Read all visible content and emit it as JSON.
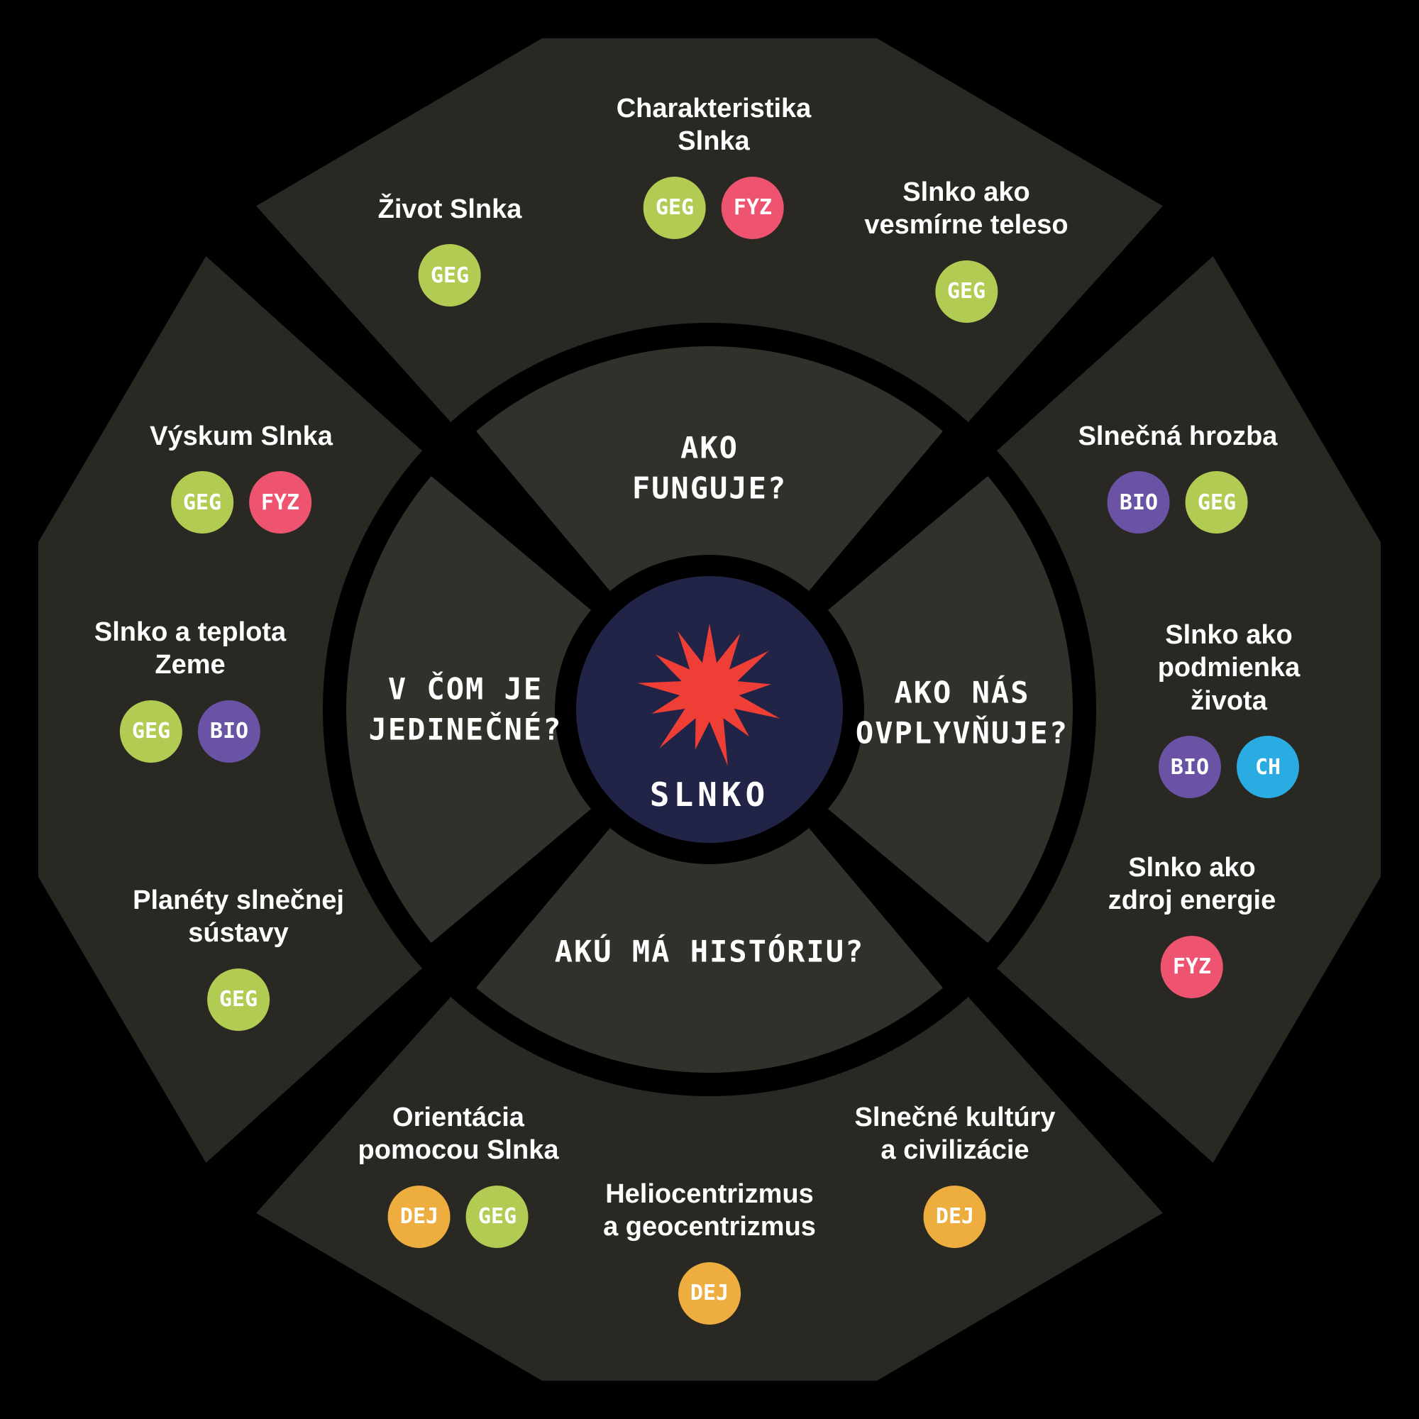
{
  "center": {
    "title": "SLNKO"
  },
  "questions": {
    "top": "AKO\nFUNGUJE?",
    "left": "V ČOM JE\nJEDINEČNÉ?",
    "right": "AKO NÁS\nOVPLYVŇUJE?",
    "bottom": "AKÚ MÁ HISTÓRIU?"
  },
  "tag_colors": {
    "GEG": "#b2cb52",
    "FYZ": "#ee5470",
    "BIO": "#6a53a5",
    "CH": "#2aabe2",
    "DEJ": "#edae3f"
  },
  "colors": {
    "background": "#000000",
    "outer_segment": "#292822",
    "inner_segment": "#31302a",
    "center_circle": "#212447",
    "sun_star": "#ef3e36",
    "text": "#ffffff"
  },
  "topics": [
    {
      "id": "zivot-slnka",
      "title": "Život Slnka",
      "tags": [
        "GEG"
      ]
    },
    {
      "id": "charakteristika-slnka",
      "title": "Charakteristika\nSlnka",
      "tags": [
        "GEG",
        "FYZ"
      ]
    },
    {
      "id": "slnko-ako-vesmirne-teleso",
      "title": "Slnko ako\nvesmírne teleso",
      "tags": [
        "GEG"
      ]
    },
    {
      "id": "vyskum-slnka",
      "title": "Výskum Slnka",
      "tags": [
        "GEG",
        "FYZ"
      ]
    },
    {
      "id": "slnko-a-teplota-zeme",
      "title": "Slnko a teplota\nZeme",
      "tags": [
        "GEG",
        "BIO"
      ]
    },
    {
      "id": "planety-slnecnej-sustavy",
      "title": "Planéty slnečnej\nsústavy",
      "tags": [
        "GEG"
      ]
    },
    {
      "id": "slnecna-hrozba",
      "title": "Slnečná hrozba",
      "tags": [
        "BIO",
        "GEG"
      ]
    },
    {
      "id": "slnko-ako-podmienka-zivota",
      "title": "Slnko ako\npodmienka života",
      "tags": [
        "BIO",
        "CH"
      ]
    },
    {
      "id": "slnko-ako-zdroj-energie",
      "title": "Slnko ako\nzdroj energie",
      "tags": [
        "FYZ"
      ]
    },
    {
      "id": "orientacia-pomocou-slnka",
      "title": "Orientácia\npomocou Slnka",
      "tags": [
        "DEJ",
        "GEG"
      ]
    },
    {
      "id": "heliocentrizmus-a-geocentrizmus",
      "title": "Heliocentrizmus\na geocentrizmus",
      "tags": [
        "DEJ"
      ]
    },
    {
      "id": "slnecne-kultury-a-civilizacie",
      "title": "Slnečné kultúry\na civilizácie",
      "tags": [
        "DEJ"
      ]
    }
  ]
}
